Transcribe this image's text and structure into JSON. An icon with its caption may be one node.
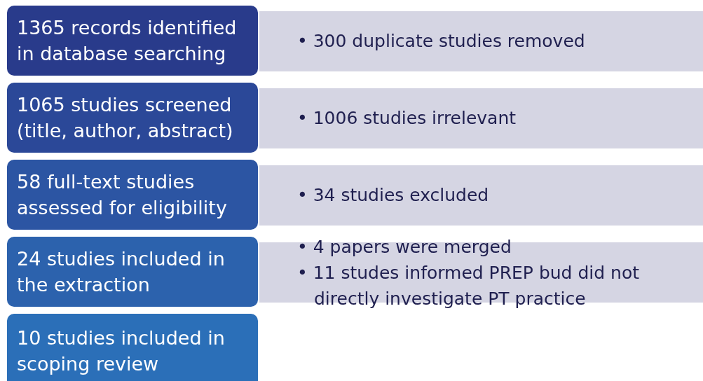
{
  "diagram": {
    "nodes": [
      {
        "text": [
          "1365 records identified in database searching"
        ]
      },
      {
        "text": [
          "• 300 duplicate studies removed"
        ]
      },
      {
        "text": [
          "1065 studies screened (title, author, abstract)"
        ]
      },
      {
        "text": [
          "• 1006 studies irrelevant"
        ]
      },
      {
        "text": [
          "58 full-text studies assessed for eligibility"
        ]
      },
      {
        "text": [
          "• 34 studies excluded"
        ]
      },
      {
        "text": [
          "24 studies included in the extraction"
        ]
      },
      {
        "text": [
          "• 4 papers were merged",
          "• 11 studes informed PREP bud did not directly investigate PT practice"
        ]
      },
      {
        "text": [
          "10 studies included in scoping review"
        ]
      }
    ],
    "edges": []
  }
}
